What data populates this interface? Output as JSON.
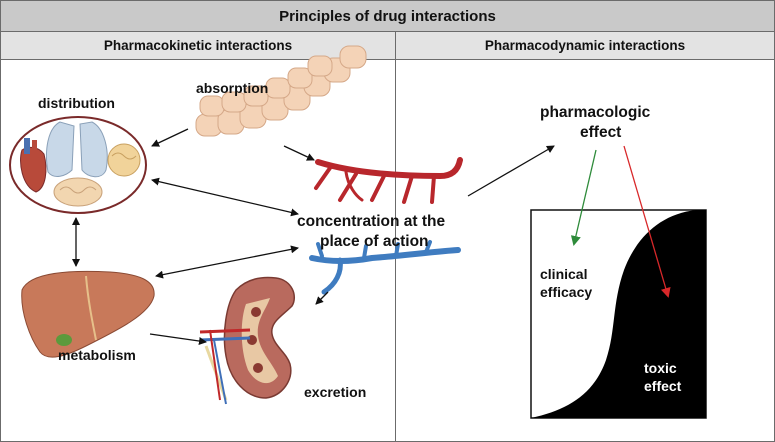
{
  "title": "Principles of drug interactions",
  "columns": {
    "left": "Pharmacokinetic interactions",
    "right": "Pharmacodynamic interactions"
  },
  "labels": {
    "distribution": "distribution",
    "absorption": "absorption",
    "concentration_line1": "concentration at the",
    "concentration_line2": "place of action",
    "metabolism": "metabolism",
    "excretion": "excretion",
    "pharmacologic_line1": "pharmacologic",
    "pharmacologic_line2": "effect",
    "clinical_line1": "clinical",
    "clinical_line2": "efficacy",
    "toxic_line1": "toxic",
    "toxic_line2": "effect"
  },
  "colors": {
    "arrow": "#111111",
    "efficacy_arrow": "#2e8b3a",
    "toxic_arrow": "#d8282a",
    "artery": "#b8272c",
    "vein": "#3f7cc0",
    "liver": "#c8795a",
    "kidney": "#b96a5e",
    "intestine": "#f4d3b7"
  }
}
